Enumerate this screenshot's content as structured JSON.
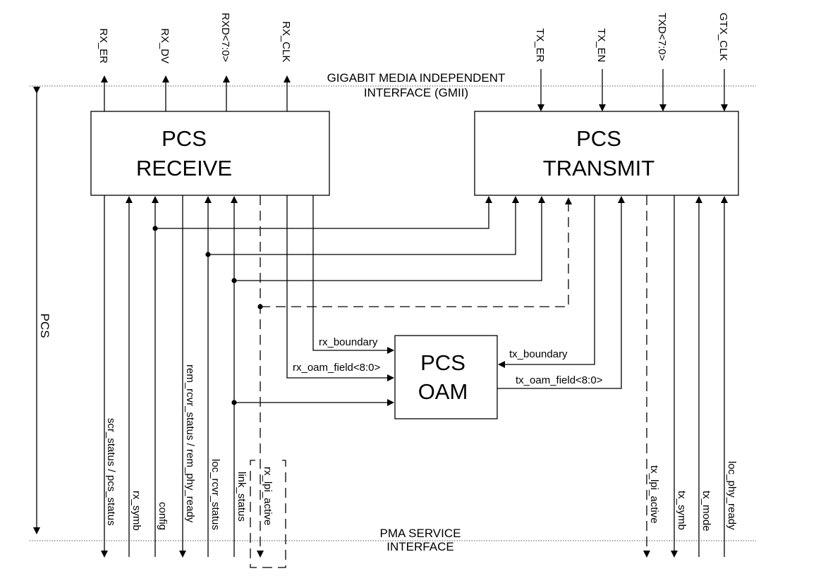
{
  "interfaces": {
    "gmii_line1": "GIGABIT MEDIA INDEPENDENT",
    "gmii_line2": "INTERFACE (GMII)",
    "pma_line1": "PMA SERVICE",
    "pma_line2": "INTERFACE",
    "pcs_side": "PCS"
  },
  "blocks": {
    "receive_line1": "PCS",
    "receive_line2": "RECEIVE",
    "transmit_line1": "PCS",
    "transmit_line2": "TRANSMIT",
    "oam_line1": "PCS",
    "oam_line2": "OAM"
  },
  "gmii_signals": {
    "rx_er": "RX_ER",
    "rx_dv": "RX_DV",
    "rxd": "RXD<7:0>",
    "rx_clk": "RX_CLK",
    "tx_er": "TX_ER",
    "tx_en": "TX_EN",
    "txd": "TXD<7:0>",
    "gtx_clk": "GTX_CLK"
  },
  "oam_signals": {
    "rx_boundary": "rx_boundary",
    "rx_oam_field": "rx_oam_field<8:0>",
    "tx_boundary": "tx_boundary",
    "tx_oam_field": "tx_oam_field<8:0>"
  },
  "pma_signals": {
    "scr_status": "scr_status / pcs_status",
    "rx_symb": "rx_symb",
    "config": "config",
    "rem_rcvr": "rem_rcvr_status / rem_phy_ready",
    "loc_rcvr": "loc_rcvr_status",
    "link_status": "link_status",
    "rx_lpi_active": "rx_lpi_active",
    "tx_lpi_active": "tx_lpi_active",
    "tx_symb": "tx_symb",
    "tx_mode": "tx_mode",
    "loc_phy_ready": "loc_phy_ready"
  }
}
